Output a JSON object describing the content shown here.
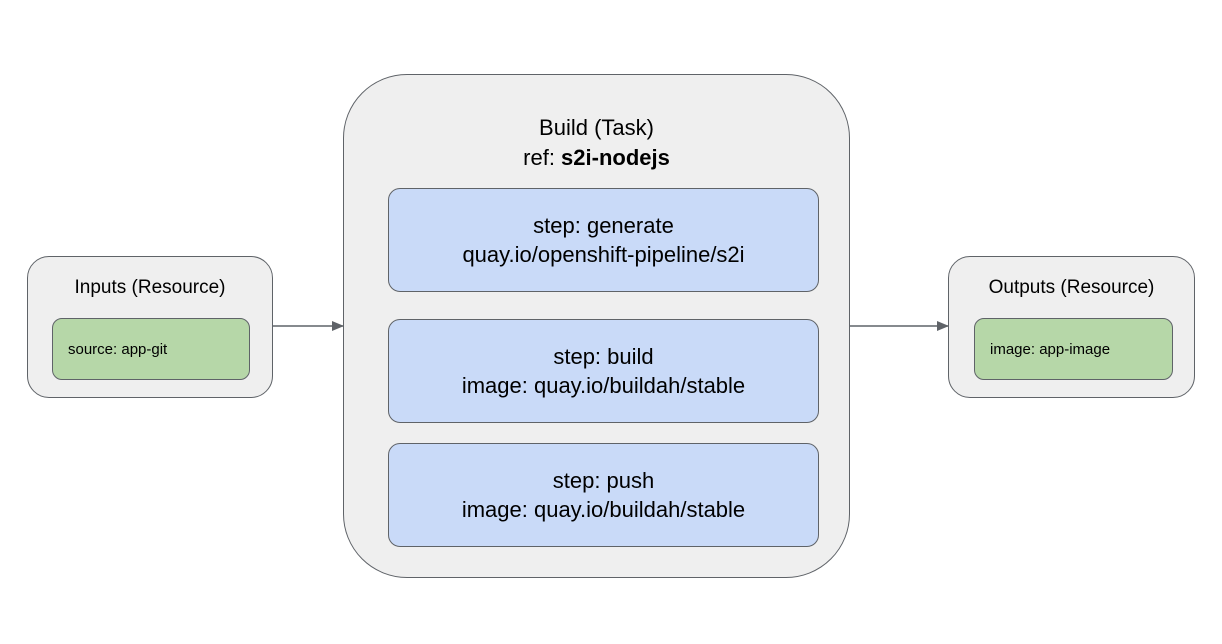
{
  "inputs": {
    "title": "Inputs (Resource)",
    "item": "source: app-git"
  },
  "task": {
    "title": "Build (Task)",
    "ref_prefix": "ref: ",
    "ref_name": "s2i-nodejs",
    "steps": [
      {
        "line1": "step: generate",
        "line2": "quay.io/openshift-pipeline/s2i"
      },
      {
        "line1": "step: build",
        "line2": "image: quay.io/buildah/stable"
      },
      {
        "line1": "step: push",
        "line2": "image: quay.io/buildah/stable"
      }
    ]
  },
  "outputs": {
    "title": "Outputs (Resource)",
    "item": "image: app-image"
  },
  "colors": {
    "panel_fill": "#efefef",
    "resource_fill": "#b6d7a8",
    "step_fill": "#c9daf8",
    "stroke": "#5f6368"
  }
}
